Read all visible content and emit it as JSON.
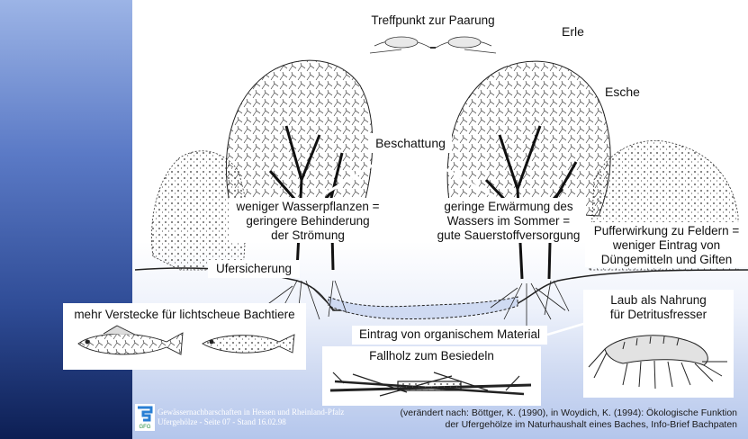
{
  "labels": {
    "treffpunkt": "Treffpunkt zur Paarung",
    "erle": "Erle",
    "esche": "Esche",
    "beschattung": "Beschattung",
    "wasserpflanzen_1": "weniger Wasserpflanzen =",
    "wasserpflanzen_2": "geringere Behinderung",
    "wasserpflanzen_3": "der Strömung",
    "erwaermung_1": "geringe Erwärmung des",
    "erwaermung_2": "Wassers im Sommer =",
    "erwaermung_3": "gute Sauerstoffversorgung",
    "puffer_1": "Pufferwirkung zu Feldern =",
    "puffer_2": "weniger Eintrag von",
    "puffer_3": "Düngemitteln und Giften",
    "ufersicherung": "Ufersicherung",
    "verstecke": "mehr Verstecke für lichtscheue Bachtiere",
    "laub_1": "Laub als Nahrung",
    "laub_2": "für Detritusfresser",
    "eintrag": "Eintrag von organischem Material",
    "fallholz": "Fallholz zum Besiedeln"
  },
  "footer": {
    "org_line1": "Gewässernachbarschaften in Hessen und Rheinland-Pfalz",
    "org_line2": "Ufergehölze - Seite 07 - Stand 16.02.98",
    "logo_text": "GFG",
    "source_line1": "(verändert nach: Böttger, K. (1990), in Woydich, K. (1994): Ökologische Funktion",
    "source_line2": "der Ufergehölze im Naturhaushalt eines Baches, Info-Brief Bachpaten"
  },
  "colors": {
    "sidebar_top": "#9cb4e6",
    "sidebar_bottom": "#0d1f54",
    "water": "#cfdaf2",
    "ink": "#111111"
  }
}
